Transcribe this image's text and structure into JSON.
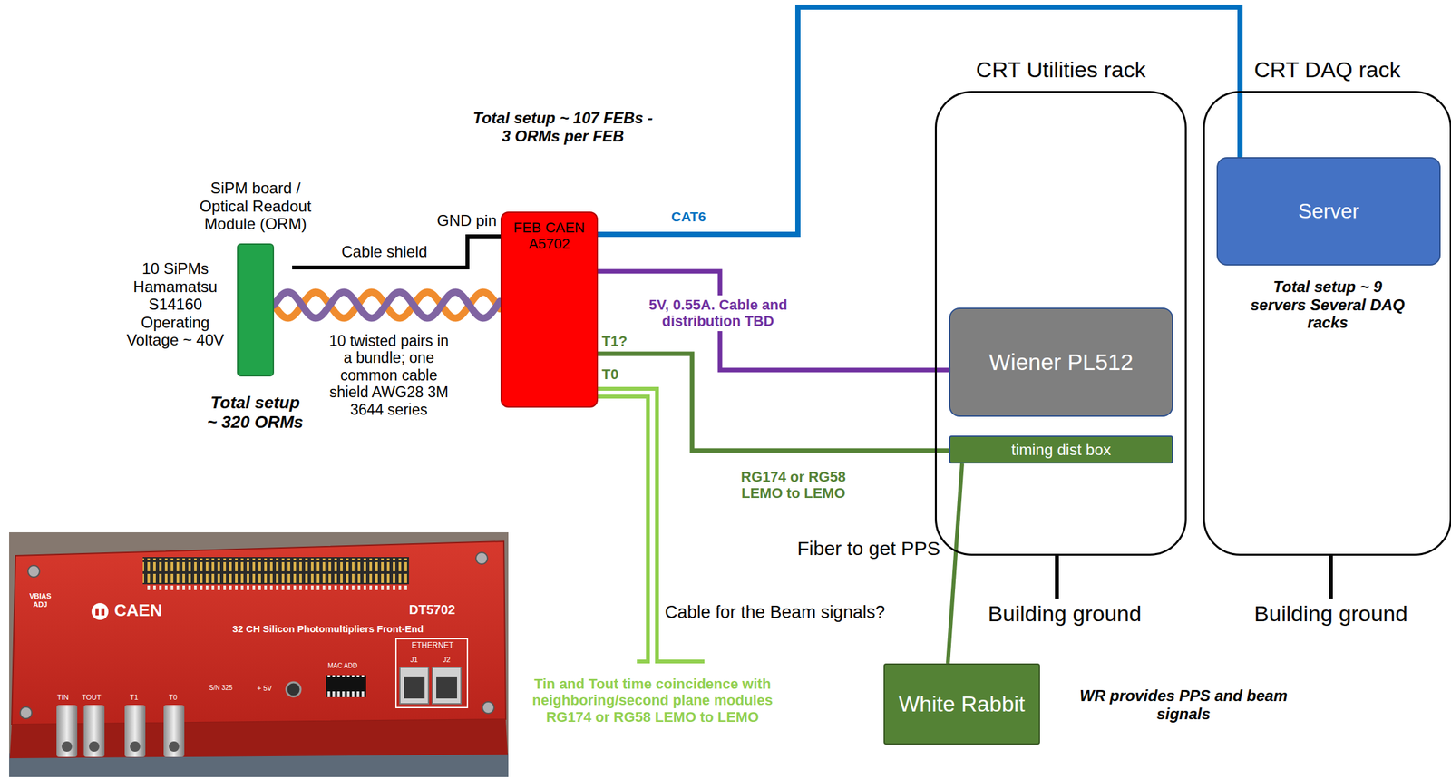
{
  "diagram": {
    "nodes": [
      {
        "text": [
          "SiPM board / Optical Readout Module (ORM)"
        ]
      },
      {
        "text": [
          "FEB CAEN A5702"
        ]
      },
      {
        "text": [
          "CRT Utilities rack"
        ]
      },
      {
        "text": [
          "Wiener PL512"
        ],
        "in": 2
      },
      {
        "text": [
          "timing dist box"
        ],
        "in": 2
      },
      {
        "text": [
          "CRT DAQ rack"
        ]
      },
      {
        "text": [
          "Server"
        ],
        "in": 5
      },
      {
        "text": [
          "White Rabbit"
        ]
      }
    ],
    "edges": [
      {
        "from": 0,
        "to": 1,
        "arrow": "none"
      },
      {
        "from": 1,
        "to": 6,
        "label": "CAT6",
        "arrow": "none"
      },
      {
        "from": 1,
        "to": 3,
        "label": "5V, 0.55A. Cable and distribution TBD",
        "arrow": "none"
      },
      {
        "from": 1,
        "to": 4,
        "label": "RG174 or RG58 LEMO to LEMO",
        "arrow": "none"
      },
      {
        "from": 4,
        "to": 7,
        "label": "Fiber to get PPS",
        "arrow": "none"
      }
    ],
    "labels": [
      "GND pin",
      "Cable shield",
      "10 SiPMs Hamamatsu S14160 Operating Voltage ~ 40V",
      "Total setup ~ 320 ORMs",
      "10 twisted pairs in a bundle; one common cable shield AWG28 3M 3644 series",
      "Total setup ~ 107 FEBs - 3 ORMs per FEB",
      "T1?",
      "T0",
      "Cable for the Beam signals?",
      "Tin and Tout time coincidence with neighboring/second plane modules RG174 or RG58 LEMO to LEMO",
      "Total setup ~ 9 servers Several DAQ racks",
      "Building ground",
      "Building ground",
      "WR provides PPS and beam signals",
      "VBIAS ADJ",
      "CAEN",
      "DT5702",
      "32 CH Silicon Photomultipliers Front-End",
      "ETHERNET",
      "J1",
      "J2",
      "MAC ADD",
      "TIN",
      "TOUT",
      "T1",
      "T0",
      "S/N 325",
      "+ 5V"
    ]
  }
}
